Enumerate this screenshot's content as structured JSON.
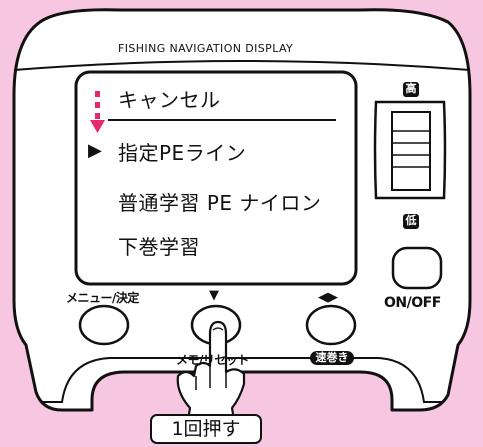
{
  "device": {
    "title": "FISHING NAVIGATION DISPLAY",
    "screen_menu": [
      {
        "label": "キャンセル"
      },
      {
        "label": "指定PEライン",
        "selected": true
      },
      {
        "label": "普通学習 PE ナイロン"
      },
      {
        "label": "下巻学習"
      }
    ],
    "cursor_glyph": "▶",
    "speed_high_label": "高",
    "speed_low_label": "低",
    "onoff_label": "ON/OFF",
    "buttons": {
      "menu_decide_label": "メニュー/決定",
      "memo_reset_label": "メモ/リセット",
      "down_arrow": "▼",
      "left_right_arrows": "◀▶",
      "fast_wind_label": "速巻き"
    }
  },
  "instruction": {
    "callout": "1回押す"
  },
  "colors": {
    "background": "#f7c6e0",
    "accent": "#e6286e",
    "outline": "#111111"
  }
}
